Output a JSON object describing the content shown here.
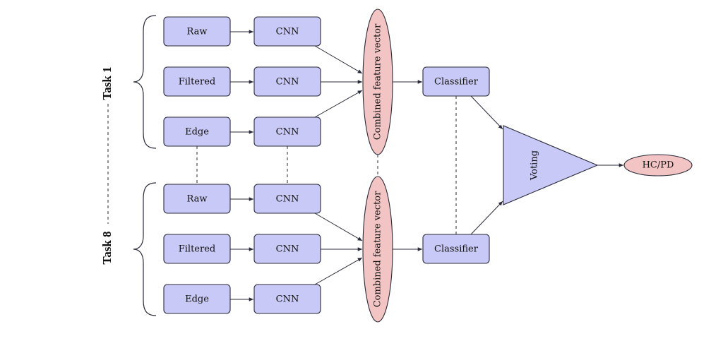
{
  "tasks": {
    "task1": "Task 1",
    "task8": "Task 8"
  },
  "group1": {
    "inputs": [
      "Raw",
      "Filtered",
      "Edge"
    ],
    "cnn": [
      "CNN",
      "CNN",
      "CNN"
    ],
    "feature_vector": "Combined feature vector",
    "classifier": "Classifier"
  },
  "group8": {
    "inputs": [
      "Raw",
      "Filtered",
      "Edge"
    ],
    "cnn": [
      "CNN",
      "CNN",
      "CNN"
    ],
    "feature_vector": "Combined feature vector",
    "classifier": "Classifier"
  },
  "voting": "Voting",
  "output": "HC/PD",
  "colors": {
    "box_fill": "#c9c9f7",
    "ellipse_fill": "#f3c4c4",
    "stroke": "#2a2a3a"
  }
}
